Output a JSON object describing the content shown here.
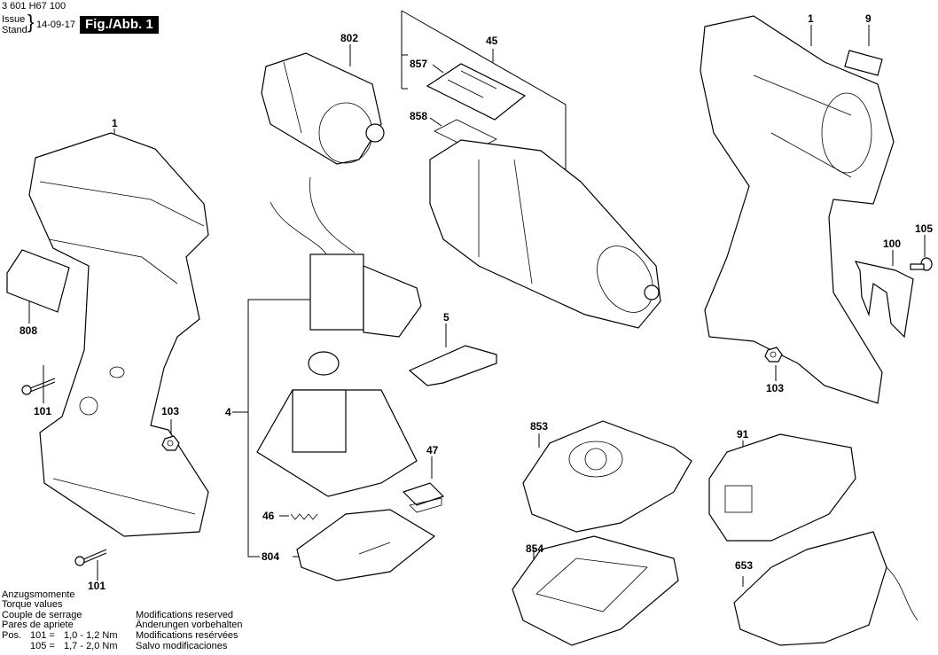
{
  "header": {
    "part_number": "3 601 H67 100",
    "issue_label": "Issue",
    "stand_label": "Stand",
    "date": "14-09-17",
    "figure_label": "Fig./Abb. 1"
  },
  "callouts": [
    {
      "id": "c-802",
      "text": "802"
    },
    {
      "id": "c-45",
      "text": "45"
    },
    {
      "id": "c-857",
      "text": "857"
    },
    {
      "id": "c-858",
      "text": "858"
    },
    {
      "id": "c-1-right",
      "text": "1"
    },
    {
      "id": "c-9",
      "text": "9"
    },
    {
      "id": "c-1-left",
      "text": "1"
    },
    {
      "id": "c-808",
      "text": "808"
    },
    {
      "id": "c-101-a",
      "text": "101"
    },
    {
      "id": "c-103-left",
      "text": "103"
    },
    {
      "id": "c-4",
      "text": "4"
    },
    {
      "id": "c-5",
      "text": "5"
    },
    {
      "id": "c-105",
      "text": "105"
    },
    {
      "id": "c-100",
      "text": "100"
    },
    {
      "id": "c-103-right",
      "text": "103"
    },
    {
      "id": "c-47",
      "text": "47"
    },
    {
      "id": "c-46",
      "text": "46"
    },
    {
      "id": "c-804",
      "text": "804"
    },
    {
      "id": "c-101-b",
      "text": "101"
    },
    {
      "id": "c-853",
      "text": "853"
    },
    {
      "id": "c-91",
      "text": "91"
    },
    {
      "id": "c-854",
      "text": "854"
    },
    {
      "id": "c-653",
      "text": "653"
    }
  ],
  "torque": {
    "lines": [
      "Anzugsmomente",
      "Torque values",
      "Couple de serrage",
      "Pares de apriete"
    ],
    "pos_label": "Pos.",
    "values": [
      {
        "pos": "101 =",
        "value": "1,0 - 1,2 Nm"
      },
      {
        "pos": "105 =",
        "value": "1,7 - 2,0 Nm"
      }
    ]
  },
  "modifications": [
    "Modifications reserved",
    "Änderungen vorbehalten",
    "Modifications resérvées",
    "Salvo modificaciones"
  ]
}
